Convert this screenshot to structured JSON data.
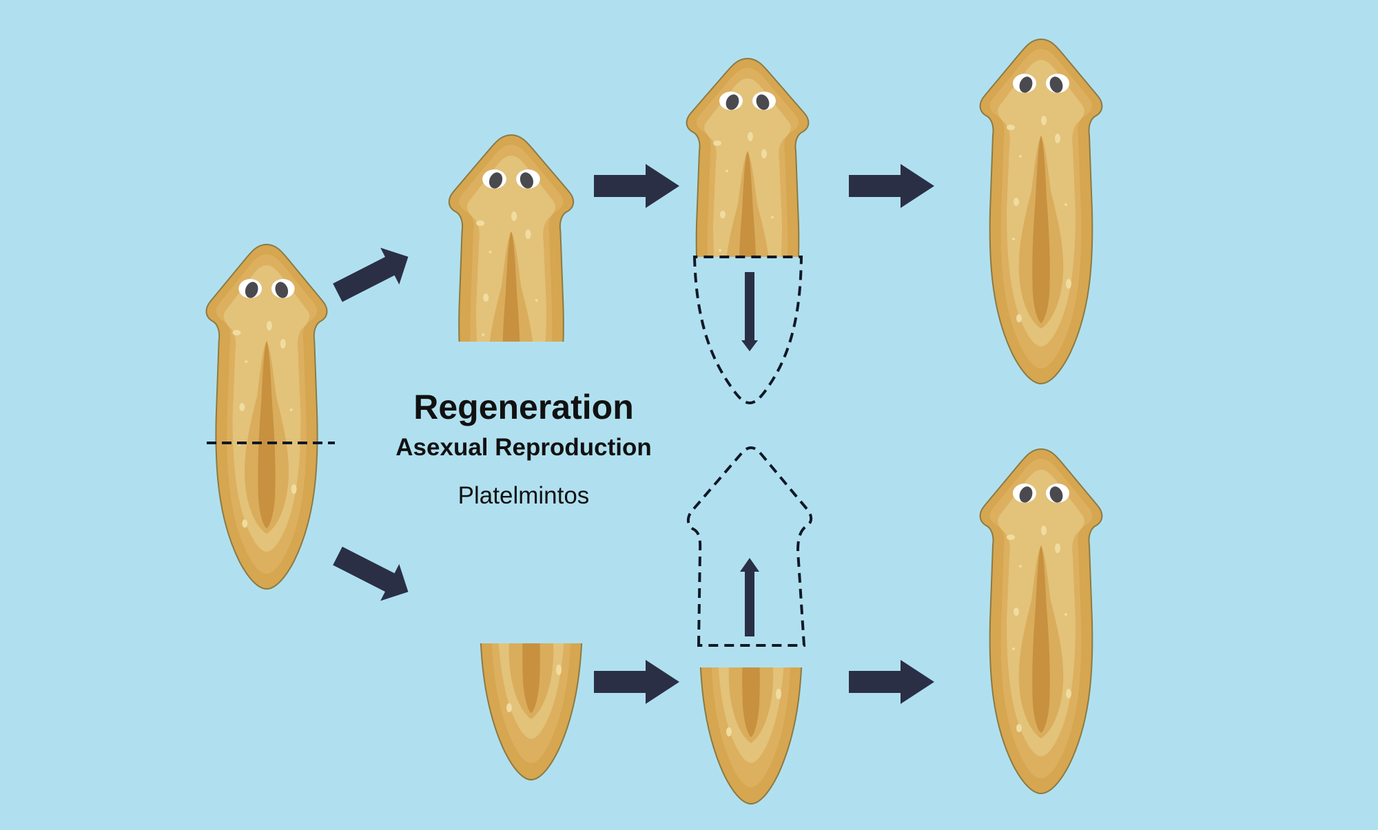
{
  "diagram": {
    "title": "Regeneration",
    "subtitle": "Asexual Reproduction",
    "organism": "Platelmintos",
    "colors": {
      "background": "#b0e0ef",
      "body_outer": "#d6a650",
      "body_mid": "#e3c27a",
      "body_inner": "#d9ad5c",
      "gut": "#c8913f",
      "outline": "#8a7a45",
      "eye_white": "#ffffff",
      "pupil": "#4a4a4e",
      "arrow": "#2a2f45",
      "dashed_line": "#111827"
    },
    "stages": [
      {
        "id": "whole-worm",
        "description": "Intact planarian with transverse cut line"
      },
      {
        "id": "head-fragment",
        "description": "Anterior fragment after cut"
      },
      {
        "id": "head-regenerating-tail",
        "description": "Anterior fragment regrowing tail (dashed outline)"
      },
      {
        "id": "new-worm-from-head",
        "description": "Complete worm regenerated from head"
      },
      {
        "id": "tail-fragment",
        "description": "Posterior fragment after cut"
      },
      {
        "id": "tail-regenerating-head",
        "description": "Posterior fragment regrowing head (dashed outline)"
      },
      {
        "id": "new-worm-from-tail",
        "description": "Complete worm regenerated from tail"
      }
    ]
  }
}
